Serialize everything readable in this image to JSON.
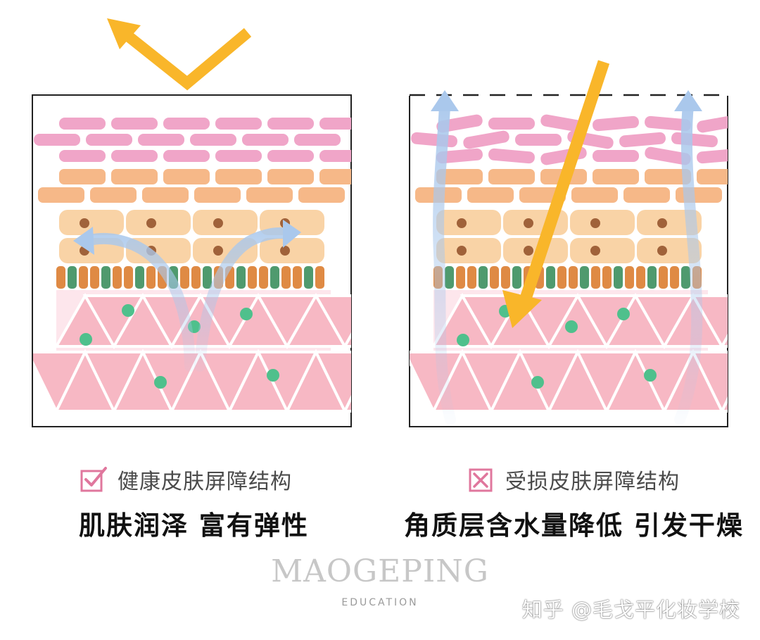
{
  "panels": [
    {
      "id": "healthy",
      "caption": "健康皮肤屏障结构",
      "headline": "肌肤润泽 富有弹性",
      "marker": "check-box-icon"
    },
    {
      "id": "damaged",
      "caption": "受损皮肤屏障结构",
      "headline": "角质层含水量降低 引发干燥",
      "marker": "cross-box-icon"
    }
  ],
  "brand": {
    "name": "MAOGEPING",
    "sub": "EDUCATION"
  },
  "watermark": "知乎 @毛戈平化妆学校",
  "colors": {
    "pink_brick": "#f0a5c8",
    "orange_brick": "#f6b888",
    "cell": "#f9d3a6",
    "nucleus": "#a0623a",
    "orange_band": "#df8a44",
    "green_band": "#4f9a6e",
    "dermis": "#f7b8c4",
    "green_dot": "#4fc08c",
    "arrow_yellow": "#f9b62a",
    "flow_blue": "#aac8ec",
    "marker_pink": "#e0779d"
  }
}
